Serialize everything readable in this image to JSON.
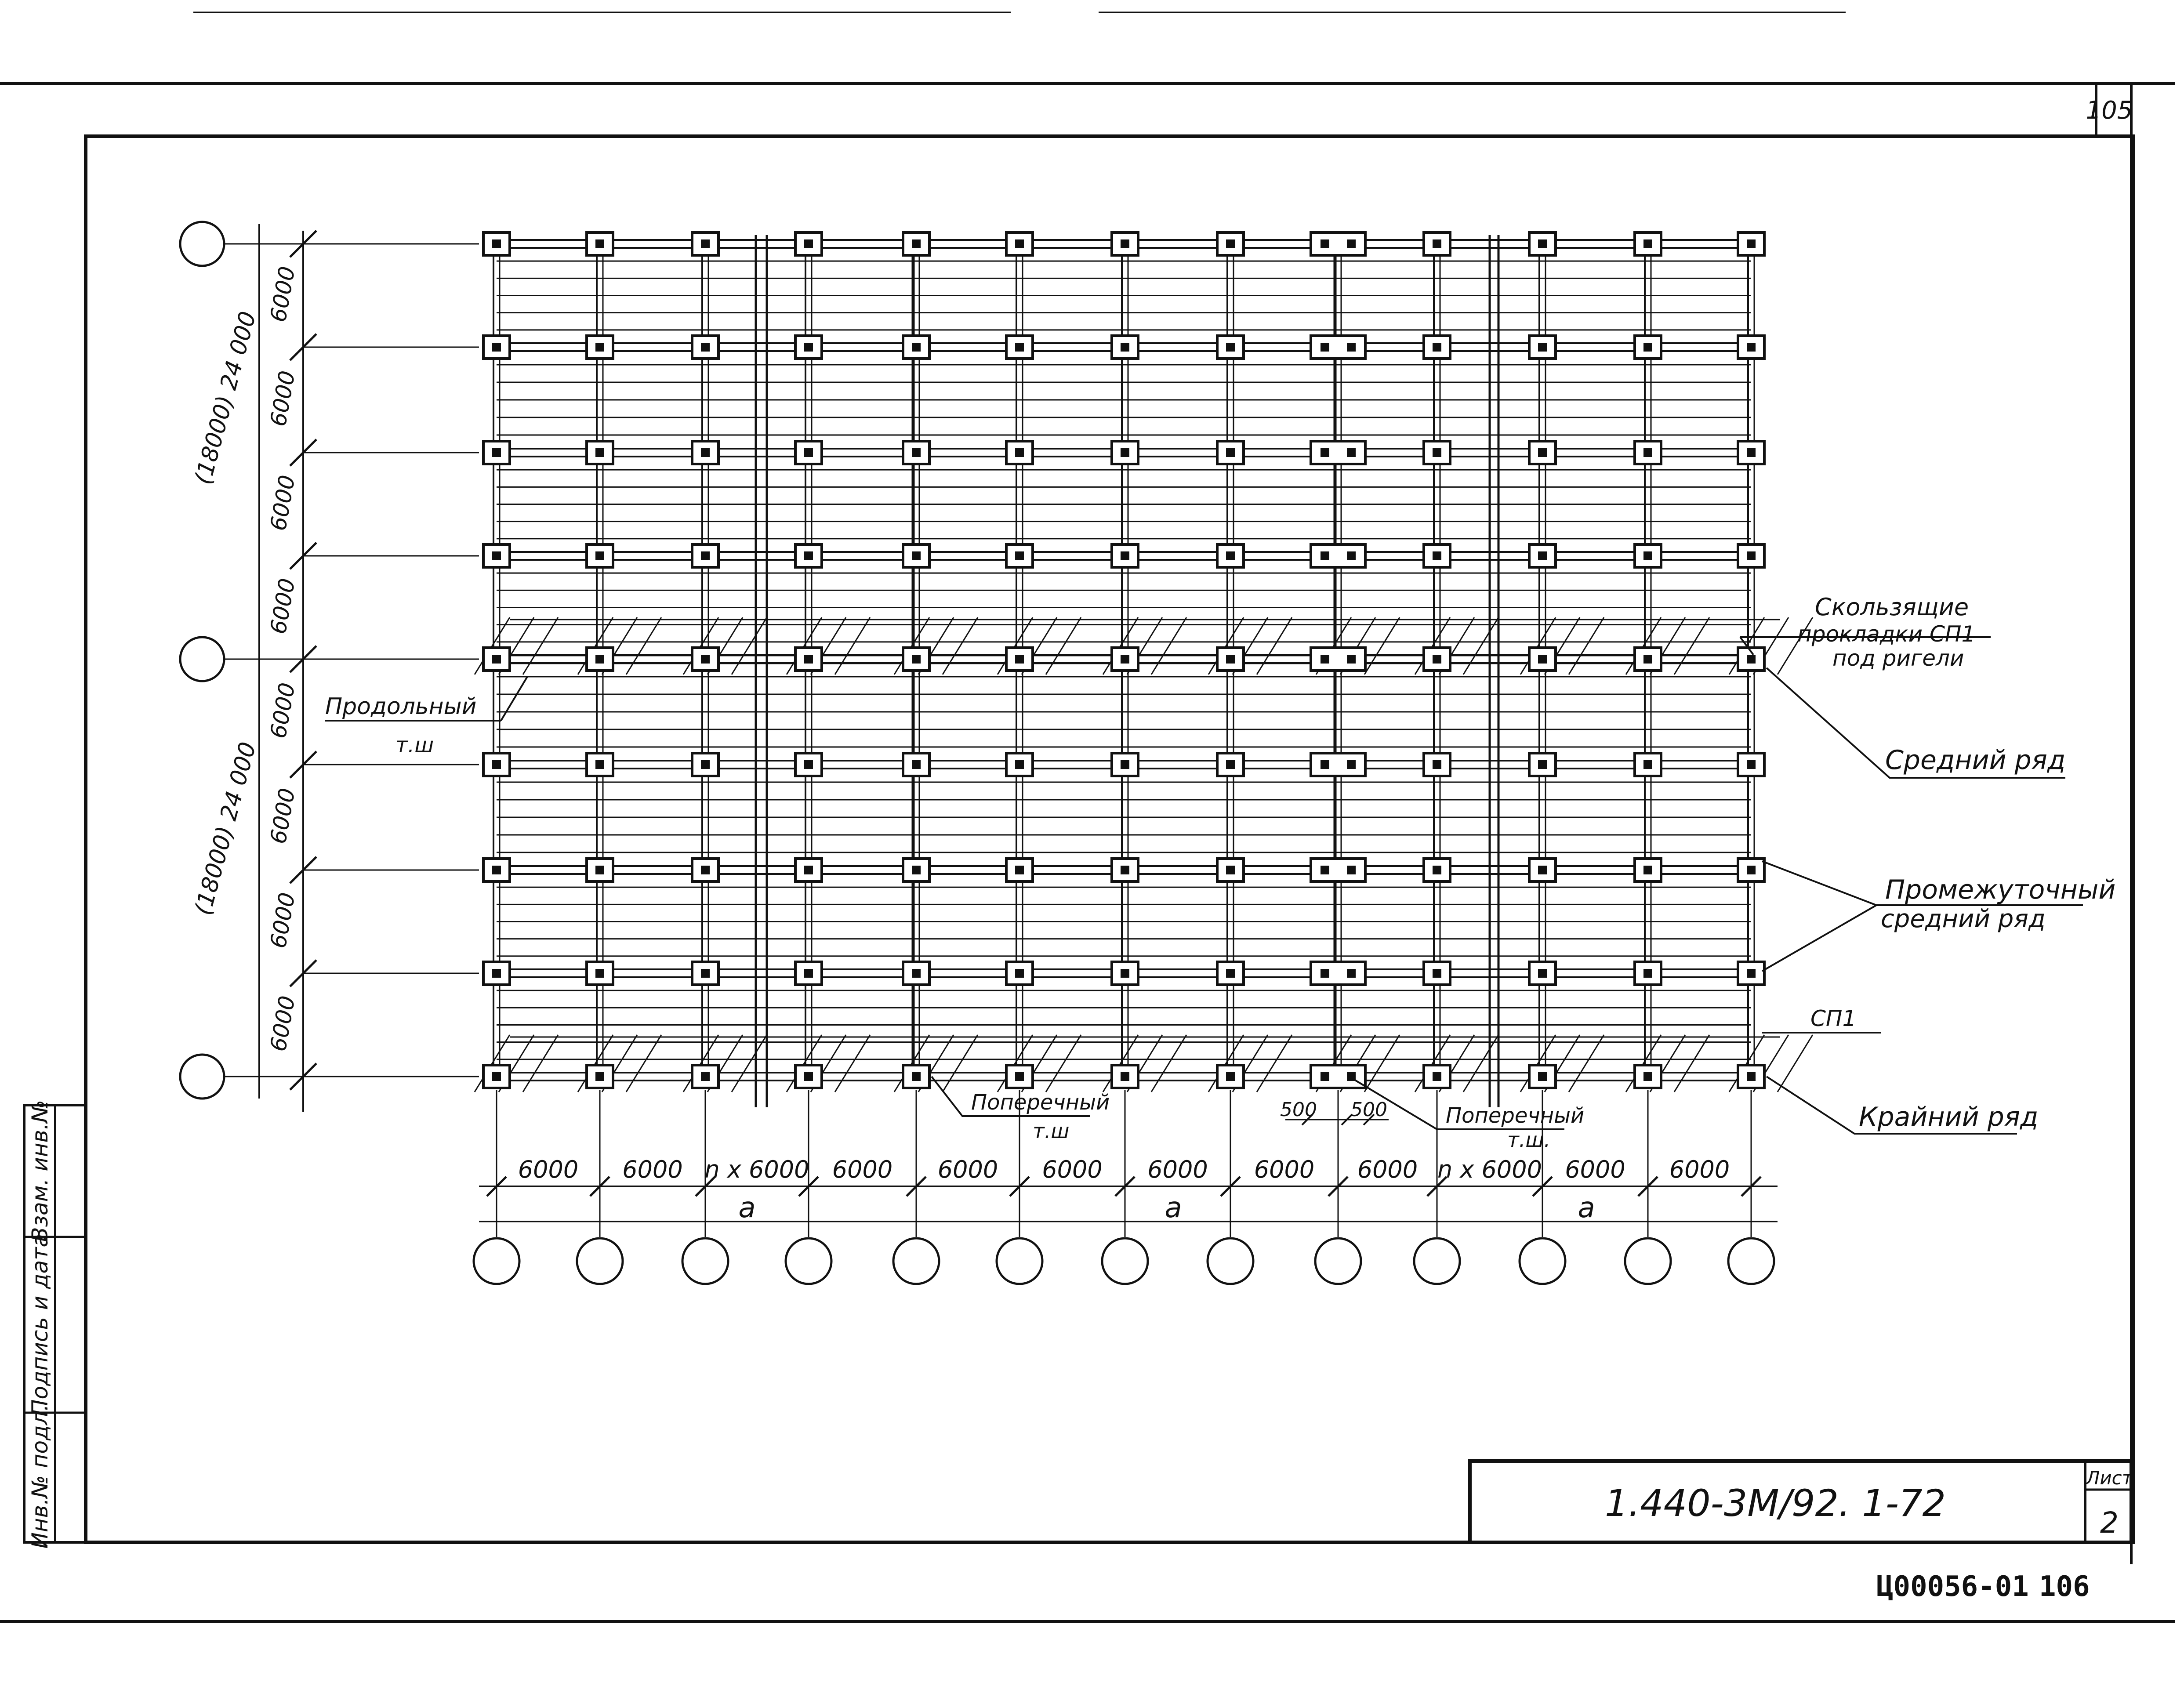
{
  "sheet": {
    "page_number": "105",
    "doc_code": "1.440-3М/92. 1-72",
    "sheet_label": "Лист",
    "sheet_number": "2",
    "archive_code": "Ц00056-01",
    "archive_page": "106"
  },
  "side_stamp": {
    "inv_no_orig": "Инв.№ подл.",
    "sign_date": "Подпись и дата",
    "replace_inv": "Взам. инв.№"
  },
  "dimensions": {
    "vertical": [
      "6000",
      "6000",
      "6000",
      "6000",
      "6000",
      "6000",
      "6000",
      "6000"
    ],
    "group_top": "(18000) 24 000",
    "group_bottom": "(18000) 24 000",
    "horizontal": [
      "6000",
      "6000",
      "n x 6000",
      "6000",
      "6000",
      "6000",
      "6000",
      "6000",
      "6000",
      "n x 6000",
      "6000",
      "6000"
    ],
    "span_label": "a",
    "small_left": "500",
    "small_right": "500"
  },
  "callouts": {
    "sliding_pads": "Скользящие прокладки СП1 под ригели",
    "middle_row": "Средний ряд",
    "intermediate_row": "Промежуточный средний ряд",
    "sp1": "СП1",
    "edge_row": "Крайний ряд",
    "longitudinal_joint": "Продольный т.ш",
    "transverse_joint_left": "Поперечный т.ш",
    "transverse_joint_right": "Поперечный т.ш."
  }
}
